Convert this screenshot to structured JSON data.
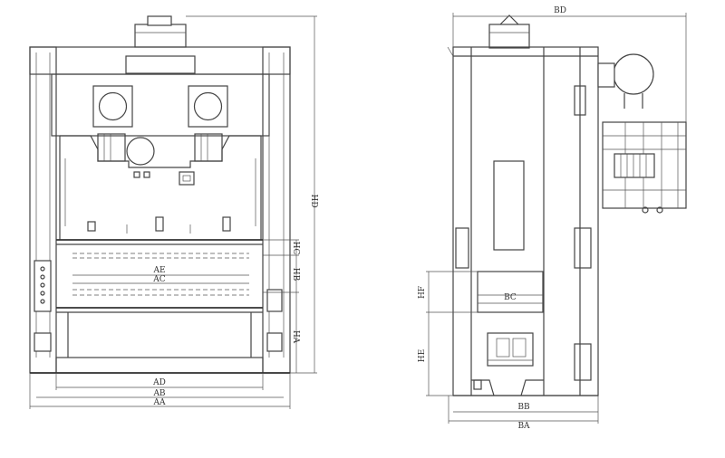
{
  "diagram": {
    "front_view": {
      "horizontal_dimensions": [
        "AE",
        "AC",
        "AD",
        "AB",
        "AA"
      ],
      "vertical_dimensions": [
        "HD",
        "HC",
        "HB",
        "HA"
      ]
    },
    "side_view": {
      "horizontal_dimensions": [
        "BD",
        "BC",
        "BB",
        "BA"
      ],
      "vertical_dimensions": [
        "HF",
        "HE"
      ]
    }
  },
  "colors": {
    "line": "#444444",
    "background": "#ffffff"
  }
}
